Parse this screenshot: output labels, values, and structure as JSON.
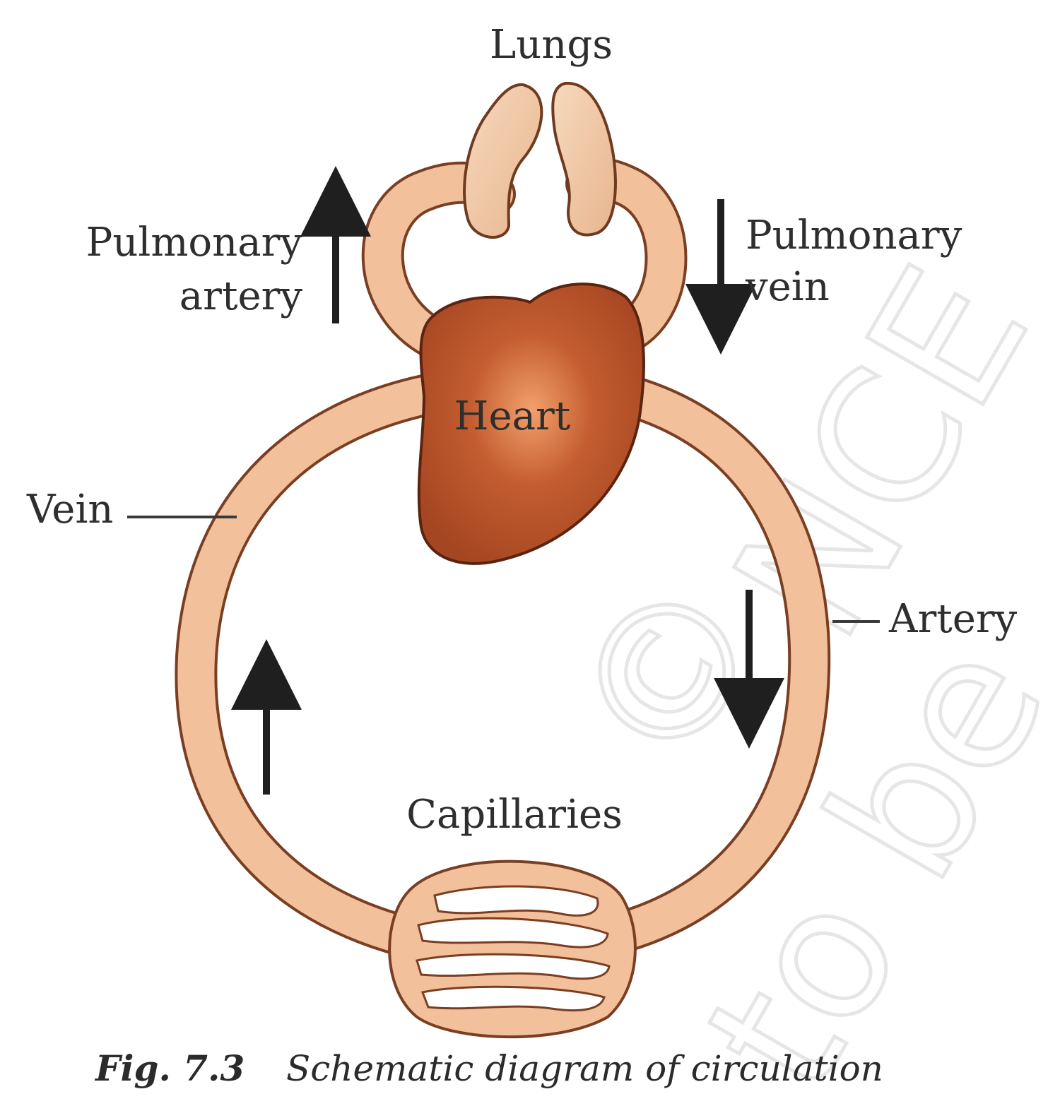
{
  "labels": {
    "lungs": "Lungs",
    "pulmonary_artery_line1": "Pulmonary",
    "pulmonary_artery_line2": "artery",
    "pulmonary_vein_line1": "Pulmonary",
    "pulmonary_vein_line2": "vein",
    "heart": "Heart",
    "vein": "Vein",
    "artery": "Artery",
    "capillaries": "Capillaries"
  },
  "caption": {
    "number": "Fig. 7.3",
    "text": "Schematic diagram of circulation"
  },
  "watermark": {
    "symbol": "©",
    "line1": "NCE",
    "line2": "to be"
  },
  "colors": {
    "vessel_fill": "#f2c09a",
    "vessel_outline": "#7a3e22",
    "lung_fill": "#f0c9a4",
    "heart_fill": "#b4502a",
    "heart_highlight": "#ef9a6a",
    "arrow": "#1f1f1f"
  }
}
